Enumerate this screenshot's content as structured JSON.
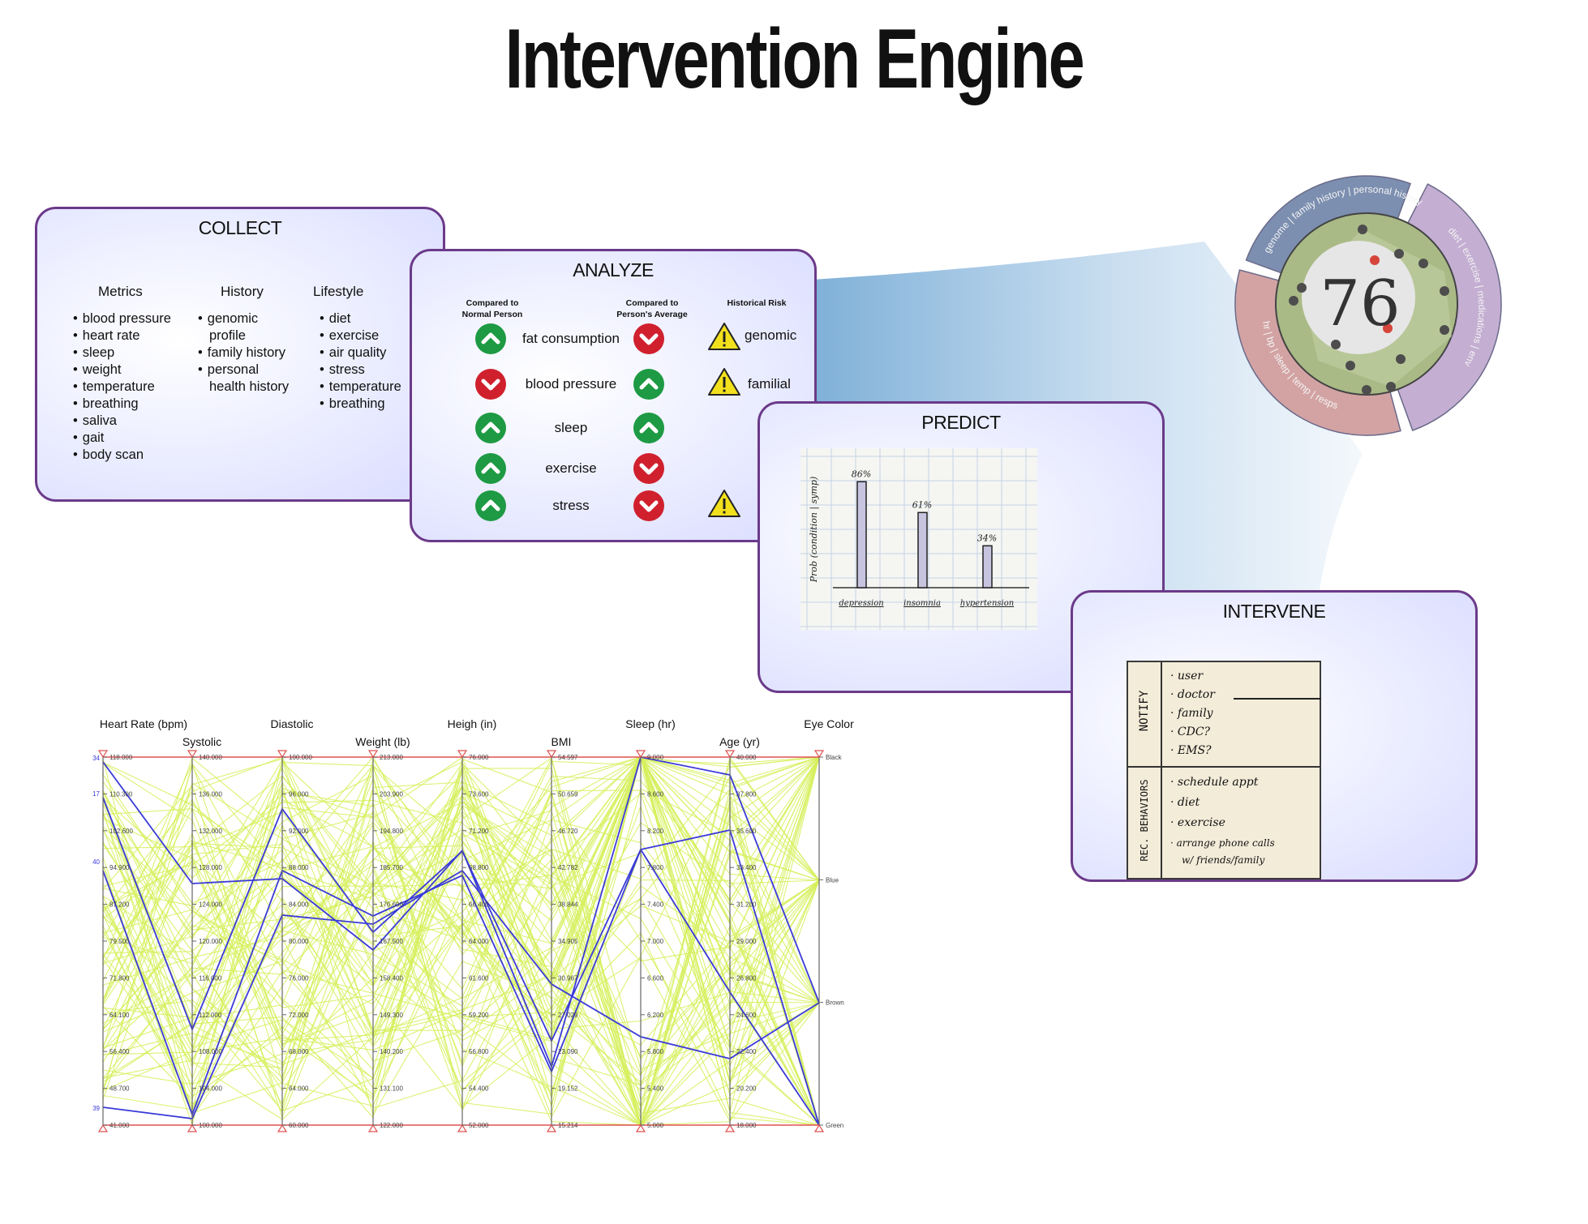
{
  "title": "Intervention Engine",
  "collect": {
    "title": "COLLECT",
    "columns": [
      {
        "header": "Metrics",
        "items": [
          "blood pressure",
          "heart rate",
          "sleep",
          "weight",
          "temperature",
          "breathing",
          "saliva",
          "gait",
          "body scan"
        ]
      },
      {
        "header": "History",
        "items": [
          "genomic",
          "profile",
          "family history",
          "personal",
          "health history"
        ]
      },
      {
        "header": "Lifestyle",
        "items": [
          "diet",
          "exercise",
          "air quality",
          "stress",
          "temperature",
          "breathing"
        ]
      }
    ]
  },
  "analyze": {
    "title": "ANALYZE",
    "col_normal": [
      "Compared to",
      "Normal Person"
    ],
    "col_average": [
      "Compared to",
      "Person's Average"
    ],
    "col_risk": "Historical Risk",
    "rows": [
      {
        "label": "fat consumption",
        "normal": "up",
        "average": "down",
        "risk": "genomic"
      },
      {
        "label": "blood pressure",
        "normal": "down",
        "average": "up",
        "risk": "familial"
      },
      {
        "label": "sleep",
        "normal": "up",
        "average": "up",
        "risk": ""
      },
      {
        "label": "exercise",
        "normal": "up",
        "average": "down",
        "risk": ""
      },
      {
        "label": "stress",
        "normal": "up",
        "average": "down",
        "risk": "warning-only"
      }
    ],
    "colors": {
      "up": "#1d9a43",
      "down": "#d0202e",
      "warning": "#f2e01d"
    }
  },
  "predict": {
    "title": "PREDICT",
    "sketch": {
      "ylabel": "Prob (condition | symp)",
      "bars": [
        {
          "label": "depression",
          "value": 86,
          "text": "86%"
        },
        {
          "label": "insomnia",
          "value": 61,
          "text": "61%"
        },
        {
          "label": "hypertension",
          "value": 34,
          "text": "34%"
        }
      ]
    }
  },
  "intervene": {
    "title": "INTERVENE",
    "notify_label": "NOTIFY",
    "notify_items": [
      "user",
      "doctor",
      "family",
      "CDC?",
      "EMS?"
    ],
    "behaviors_label": "REC. BEHAVIORS",
    "behavior_items": [
      "schedule appt",
      "diet",
      "exercise",
      "arrange phone calls",
      "w/ friends/family"
    ]
  },
  "radial": {
    "score": "76",
    "ring_labels": {
      "top": "genome | family history | personal history",
      "right": "diet | exercise | medications | environment",
      "bottom": "hr | bp | sleep | temp | resps"
    },
    "colors": {
      "top": "#7c8fb0",
      "right": "#c4aed2",
      "bottom": "#d3a3a3",
      "core": "#a9ba86"
    }
  },
  "parallel": {
    "axes": [
      {
        "name": "Heart Rate (bpm)",
        "ticks": [
          "118.000",
          "110.300",
          "102.600",
          "94.900",
          "87.200",
          "79.500",
          "71.800",
          "64.100",
          "56.400",
          "48.700",
          "41.000"
        ]
      },
      {
        "name": "Systolic",
        "ticks": [
          "140.000",
          "136.000",
          "132.000",
          "128.000",
          "124.000",
          "120.000",
          "116.000",
          "112.000",
          "108.000",
          "104.000",
          "100.000"
        ]
      },
      {
        "name": "Diastolic",
        "ticks": [
          "100.000",
          "96.000",
          "92.000",
          "88.000",
          "84.000",
          "80.000",
          "76.000",
          "72.000",
          "68.000",
          "64.000",
          "60.000"
        ]
      },
      {
        "name": "Weight (lb)",
        "ticks": [
          "213.000",
          "203.900",
          "194.800",
          "185.700",
          "176.600",
          "167.500",
          "158.400",
          "149.300",
          "140.200",
          "131.100",
          "122.000"
        ]
      },
      {
        "name": "Heigh (in)",
        "ticks": [
          "76.000",
          "73.600",
          "71.200",
          "68.800",
          "66.400",
          "64.000",
          "61.600",
          "59.200",
          "56.800",
          "54.400",
          "52.000"
        ]
      },
      {
        "name": "BMI",
        "ticks": [
          "54.597",
          "50.659",
          "46.720",
          "42.782",
          "38.844",
          "34.905",
          "30.967",
          "27.029",
          "23.090",
          "19.152",
          "15.214"
        ]
      },
      {
        "name": "Sleep (hr)",
        "ticks": [
          "9.000",
          "8.600",
          "8.200",
          "7.800",
          "7.400",
          "7.000",
          "6.600",
          "6.200",
          "5.800",
          "5.400",
          "5.000"
        ]
      },
      {
        "name": "Age (yr)",
        "ticks": [
          "40.000",
          "37.800",
          "35.600",
          "33.400",
          "31.200",
          "29.000",
          "26.800",
          "24.600",
          "22.400",
          "20.200",
          "18.000"
        ]
      },
      {
        "name": "Eye Color",
        "ticks": [
          "Black",
          "",
          "",
          "Blue",
          "",
          "",
          "Brown",
          "",
          "",
          "Green"
        ]
      }
    ],
    "left_numbers": [
      "34",
      "17",
      "40",
      "39"
    ],
    "colors": {
      "line": "#d5f05a",
      "highlight": "#3a3ad8",
      "bound": "#e05050"
    }
  }
}
